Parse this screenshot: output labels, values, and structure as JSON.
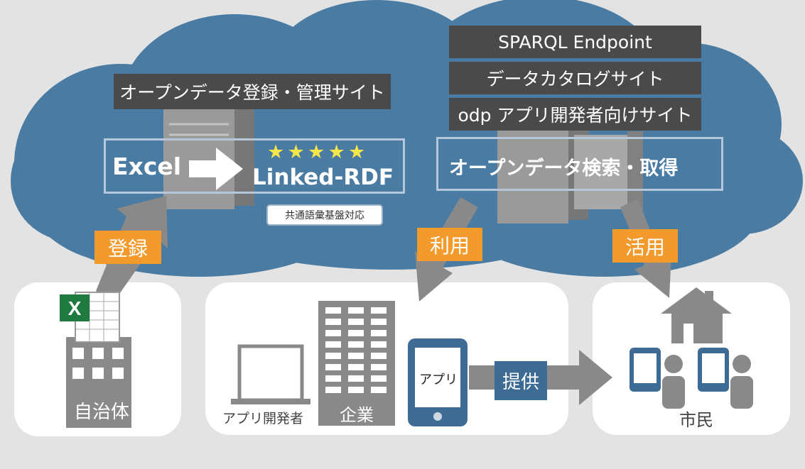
{
  "cloud": {
    "registration_site": "オープンデータ登録・管理サイト",
    "excel_label": "Excel",
    "linked_rdf_label": "Linked-RDF",
    "star_count": 5,
    "vocabulary_badge": "共通語彙基盤対応",
    "sparql_endpoint": "SPARQL Endpoint",
    "data_catalog_site": "データカタログサイト",
    "odp_app_dev_site": "odp アプリ開発者向けサイト",
    "search_retrieve": "オープンデータ検索・取得"
  },
  "flows": {
    "register": "登録",
    "use": "利用",
    "utilize": "活用",
    "provide": "提供"
  },
  "actors": {
    "local_government": "自治体",
    "app_developer": "アプリ開発者",
    "company": "企業",
    "app": "アプリ",
    "citizens": "市民"
  },
  "colors": {
    "cloud": "#4a7ca3",
    "orange": "#f39a2c",
    "dark_box": "#4a4a4a",
    "arrow_gray": "#898989",
    "provide_box": "#3e6b93",
    "star": "#f5e64a",
    "excel_green": "#1f7a3f"
  }
}
